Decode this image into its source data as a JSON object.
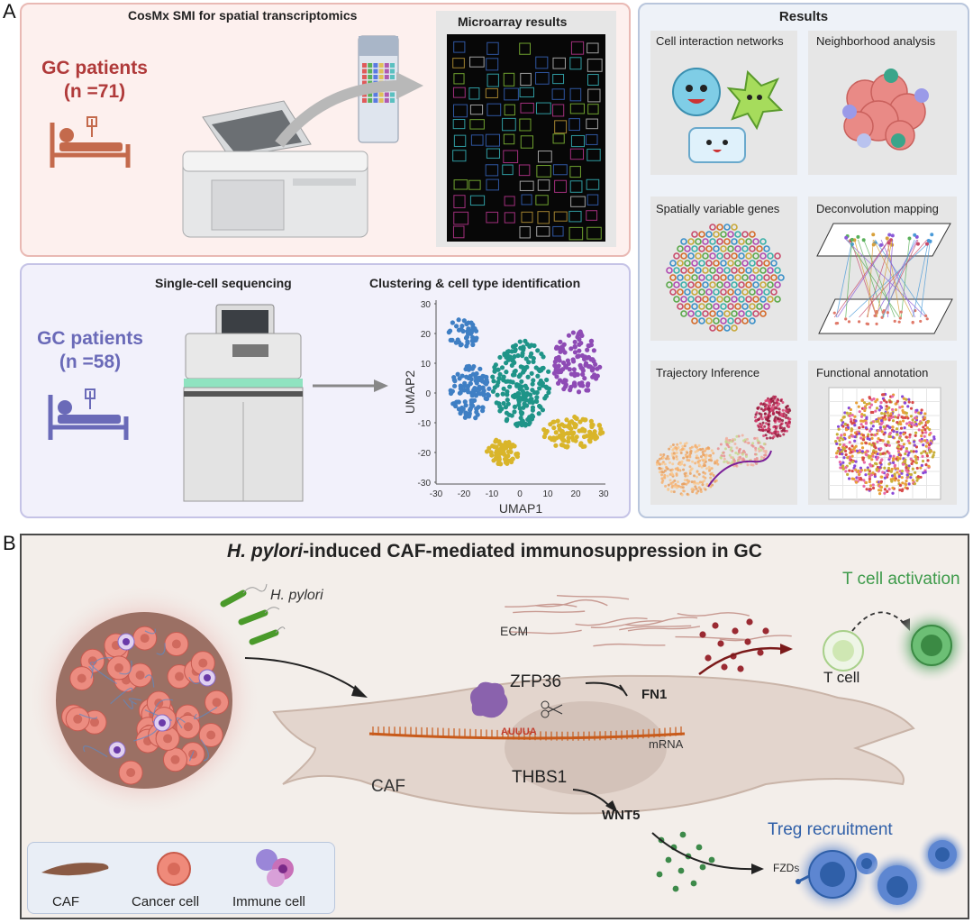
{
  "panel_a": {
    "letter": "A",
    "cosmx": {
      "title": "CosMx SMI for spatial transcriptomics",
      "microarray_title": "Microarray results",
      "patients_label": "GC patients",
      "patients_n": "(n =71)"
    },
    "scseq": {
      "title": "Single-cell sequencing",
      "cluster_title": "Clustering & cell type identification",
      "patients_label": "GC patients",
      "patients_n": "(n =58)"
    },
    "umap": {
      "xlabel": "UMAP1",
      "ylabel": "UMAP2",
      "xticks": [
        "-30",
        "-20",
        "-10",
        "0",
        "10",
        "20",
        "30"
      ],
      "yticks": [
        "30",
        "20",
        "10",
        "0",
        "-10",
        "-20",
        "-30"
      ]
    },
    "results": {
      "title": "Results",
      "items": [
        "Cell interaction networks",
        "Neighborhood analysis",
        "Spatially variable genes",
        "Deconvolution mapping",
        "Trajectory Inference",
        "Functional annotation"
      ]
    }
  },
  "panel_b": {
    "letter": "B",
    "title_italic": "H. pylori",
    "title_rest": "-induced CAF-mediated immunosuppression in GC",
    "h_pylori": "H. pylori",
    "ecm": "ECM",
    "zfp36": "ZFP36",
    "fn1": "FN1",
    "auuua": "AUUUA",
    "mrna": "mRNA",
    "caf": "CAF",
    "thbs1": "THBS1",
    "wnt5": "WNT5",
    "t_cell": "T cell",
    "t_cell_activation": "T cell activation",
    "treg": "Treg recruitment",
    "fzds": "FZDs",
    "legend": [
      "CAF",
      "Cancer cell",
      "Immune cell"
    ]
  },
  "colors": {
    "gc_red": "#b03a3a",
    "gc_purple": "#6a6ab8",
    "green": "#3d9a4a",
    "blue": "#2f5fa8",
    "umap_blue": "#3f7fc4",
    "umap_teal": "#1f9488",
    "umap_purple": "#8e4bb5",
    "umap_yellow": "#d9b52a"
  }
}
